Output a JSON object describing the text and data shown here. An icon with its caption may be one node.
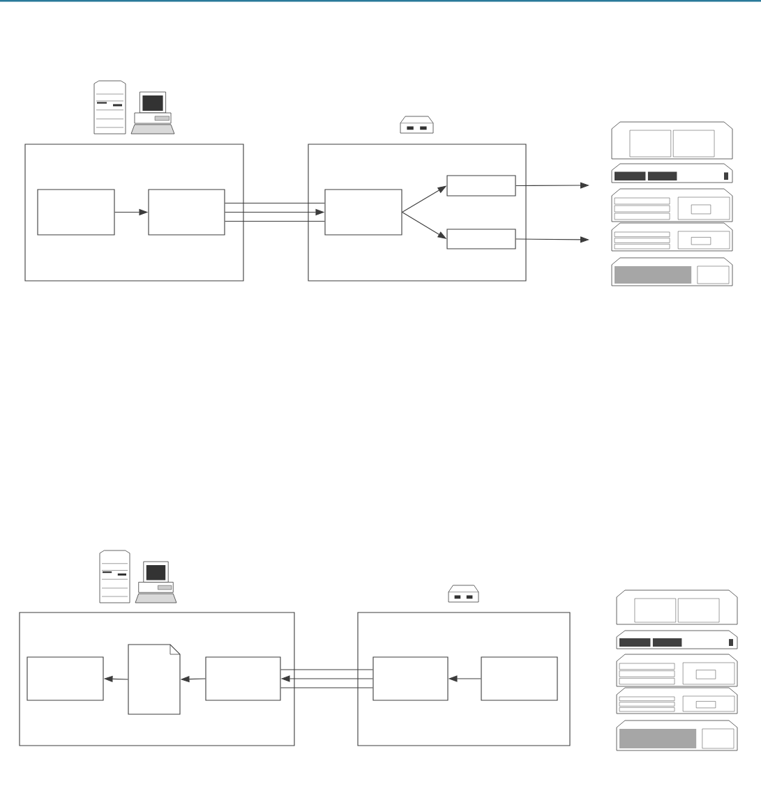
{
  "diagram": {
    "nodes": [
      {
        "text": [],
        "shape": "box"
      },
      {
        "text": [],
        "shape": "box",
        "in": 0
      },
      {
        "text": [],
        "shape": "box",
        "in": 0
      },
      {
        "text": [],
        "shape": "box"
      },
      {
        "text": [],
        "shape": "box",
        "in": 3
      },
      {
        "text": [],
        "shape": "box",
        "in": 3
      },
      {
        "text": [],
        "shape": "box",
        "in": 3
      },
      {
        "text": [],
        "shape": "box"
      },
      {
        "text": [],
        "shape": "box",
        "in": 7
      },
      {
        "text": [],
        "shape": "document",
        "in": 7
      },
      {
        "text": [],
        "shape": "box",
        "in": 7
      },
      {
        "text": [],
        "shape": "box"
      },
      {
        "text": [],
        "shape": "box",
        "in": 11
      },
      {
        "text": [],
        "shape": "box",
        "in": 11
      }
    ],
    "edges": [
      {
        "from": 1,
        "to": 2,
        "arrow": "to"
      },
      {
        "from": 2,
        "to": 4,
        "arrow": "to"
      },
      {
        "from": 4,
        "to": 5,
        "arrow": "to"
      },
      {
        "from": 4,
        "to": 6,
        "arrow": "to"
      },
      {
        "from": 5,
        "to": null,
        "arrow": "to"
      },
      {
        "from": 6,
        "to": null,
        "arrow": "to"
      },
      {
        "from": 13,
        "to": 12,
        "arrow": "to"
      },
      {
        "from": 12,
        "to": 10,
        "arrow": "to"
      },
      {
        "from": 10,
        "to": 9,
        "arrow": "to"
      },
      {
        "from": 9,
        "to": 8,
        "arrow": "to"
      },
      {
        "from": 2,
        "to": 4,
        "arrow": "none"
      },
      {
        "from": 2,
        "to": 4,
        "arrow": "none"
      },
      {
        "from": 12,
        "to": 10,
        "arrow": "none"
      },
      {
        "from": 12,
        "to": 10,
        "arrow": "none"
      }
    ]
  }
}
